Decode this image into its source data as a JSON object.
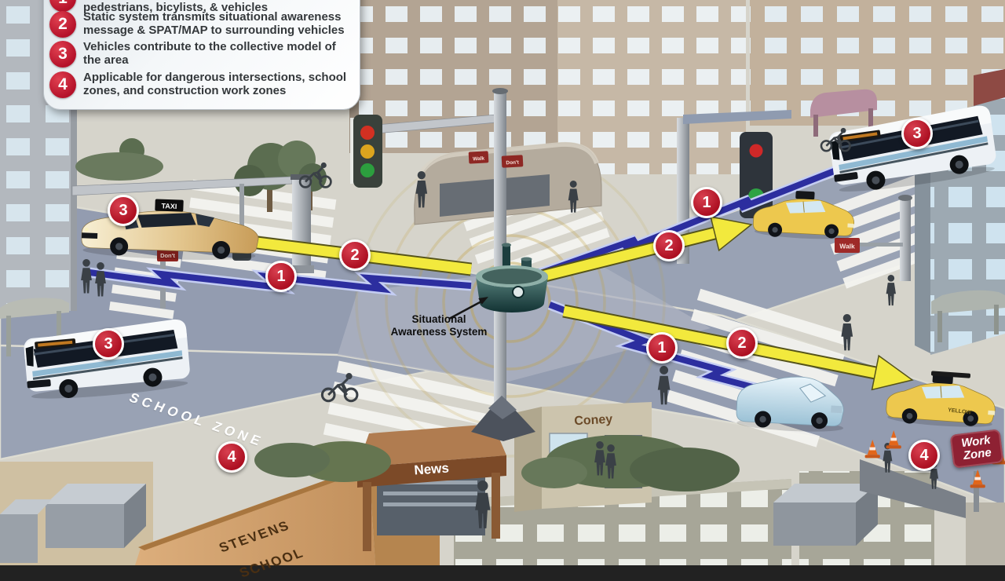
{
  "legend": {
    "items": [
      {
        "num": "1",
        "text": "pedestrians, bicylists, & vehicles"
      },
      {
        "num": "2",
        "text": "Static system transmits situational awareness message & SPAT/MAP to surrounding vehicles"
      },
      {
        "num": "3",
        "text": "Vehicles contribute to the collective model of the area"
      },
      {
        "num": "4",
        "text": "Applicable for dangerous intersections, school zones, and construction work zones"
      }
    ]
  },
  "device_label": {
    "line1": "Situational",
    "line2": "Awareness System"
  },
  "markers": [
    {
      "num": "3"
    },
    {
      "num": "2"
    },
    {
      "num": "1"
    },
    {
      "num": "1"
    },
    {
      "num": "2"
    },
    {
      "num": "3"
    },
    {
      "num": "3"
    },
    {
      "num": "4"
    },
    {
      "num": "1"
    },
    {
      "num": "2"
    },
    {
      "num": "4"
    }
  ],
  "road_markings": {
    "school_zone": "SCHOOL ZONE"
  },
  "signs": {
    "work_zone": {
      "line1": "Work",
      "line2": "Zone"
    },
    "coney": "Coney",
    "news": "News",
    "school_building_line1": "STEVENS",
    "school_building_line2": "SCHOOL",
    "walk": "Walk",
    "dont": "Don't",
    "taxi_roof": "TAXI",
    "taxi_door": "YELLOW"
  },
  "colors": {
    "marker_red": "#b5122a",
    "arrow_yellow": "#f2e93d",
    "bolt_blue": "#2c2e9f",
    "road": "#99a1b4",
    "wave_gold": "#c2a143"
  }
}
